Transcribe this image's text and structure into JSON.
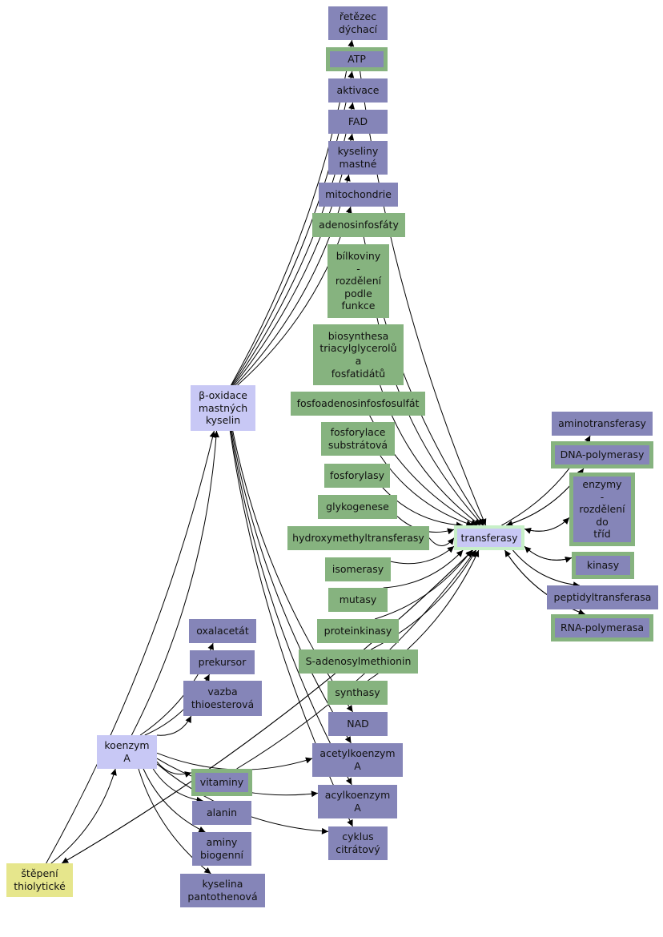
{
  "nodes": {
    "retezec": {
      "label": "řetězec\ndýchací",
      "kind": "purple"
    },
    "atp": {
      "label": "ATP",
      "kind": "purple",
      "framed": true
    },
    "aktivace": {
      "label": "aktivace",
      "kind": "purple"
    },
    "fad": {
      "label": "FAD",
      "kind": "purple"
    },
    "kyseliny": {
      "label": "kyseliny\nmastné",
      "kind": "purple"
    },
    "mitochondrie": {
      "label": "mitochondrie",
      "kind": "purple"
    },
    "adenosinfosfaty": {
      "label": "adenosinfosfáty",
      "kind": "green"
    },
    "bilkoviny": {
      "label": "bílkoviny\n-\nrozdělení\npodle\nfunkce",
      "kind": "green"
    },
    "biosynthesa": {
      "label": "biosynthesa\ntriacylglycerolů\na\nfosfatidátů",
      "kind": "green"
    },
    "fosfoadenosin": {
      "label": "fosfoadenosinfosfosulfát",
      "kind": "green"
    },
    "fosforylace": {
      "label": "fosforylace\nsubstrátová",
      "kind": "green"
    },
    "fosforylasy": {
      "label": "fosforylasy",
      "kind": "green"
    },
    "glykogenese": {
      "label": "glykogenese",
      "kind": "green"
    },
    "hydroxymethyl": {
      "label": "hydroxymethyltransferasy",
      "kind": "green"
    },
    "isomerasy": {
      "label": "isomerasy",
      "kind": "green"
    },
    "mutasy": {
      "label": "mutasy",
      "kind": "green"
    },
    "proteinkinasy": {
      "label": "proteinkinasy",
      "kind": "green"
    },
    "sadenosyl": {
      "label": "S-adenosylmethionin",
      "kind": "green"
    },
    "synthasy": {
      "label": "synthasy",
      "kind": "green"
    },
    "nad": {
      "label": "NAD",
      "kind": "purple"
    },
    "acetylkoenzym": {
      "label": "acetylkoenzym\nA",
      "kind": "purple"
    },
    "acylkoenzym": {
      "label": "acylkoenzym\nA",
      "kind": "purple"
    },
    "cyklus": {
      "label": "cyklus\ncitrátový",
      "kind": "purple"
    },
    "beta": {
      "label": "β-oxidace\nmastných\nkyselin",
      "kind": "light"
    },
    "transferasy": {
      "label": "transferasy",
      "kind": "light",
      "framed": true
    },
    "aminotransferasy": {
      "label": "aminotransferasy",
      "kind": "purple"
    },
    "dnapol": {
      "label": "DNA-polymerasy",
      "kind": "purple",
      "framed": true
    },
    "enzymy": {
      "label": "enzymy\n-\nrozdělení\ndo\ntříd",
      "kind": "purple",
      "framed": true
    },
    "kinasy": {
      "label": "kinasy",
      "kind": "purple",
      "framed": true
    },
    "peptidyl": {
      "label": "peptidyltransferasa",
      "kind": "purple"
    },
    "rnapol": {
      "label": "RNA-polymerasa",
      "kind": "purple",
      "framed": true
    },
    "oxalacetat": {
      "label": "oxalacetát",
      "kind": "purple"
    },
    "prekursor": {
      "label": "prekursor",
      "kind": "purple"
    },
    "vazba": {
      "label": "vazba\nthioesterová",
      "kind": "purple"
    },
    "koenzym": {
      "label": "koenzym\nA",
      "kind": "light"
    },
    "vitaminy": {
      "label": "vitaminy",
      "kind": "purple",
      "framed": true
    },
    "alanin": {
      "label": "alanin",
      "kind": "purple"
    },
    "aminy": {
      "label": "aminy\nbiogenní",
      "kind": "purple"
    },
    "kyselina": {
      "label": "kyselina\npantothenová",
      "kind": "purple"
    },
    "stepeni": {
      "label": "štěpení\nthiolytické",
      "kind": "yellow"
    }
  },
  "edges": [
    [
      "beta",
      "retezec"
    ],
    [
      "beta",
      "atp"
    ],
    [
      "beta",
      "aktivace"
    ],
    [
      "beta",
      "fad"
    ],
    [
      "beta",
      "kyseliny"
    ],
    [
      "beta",
      "mitochondrie"
    ],
    [
      "beta",
      "nad"
    ],
    [
      "beta",
      "acetylkoenzym"
    ],
    [
      "beta",
      "acylkoenzym"
    ],
    [
      "beta",
      "cyklus"
    ],
    [
      "atp",
      "transferasy"
    ],
    [
      "adenosinfosfaty",
      "transferasy"
    ],
    [
      "bilkoviny",
      "transferasy"
    ],
    [
      "biosynthesa",
      "transferasy"
    ],
    [
      "fosfoadenosin",
      "transferasy"
    ],
    [
      "fosforylace",
      "transferasy"
    ],
    [
      "fosforylasy",
      "transferasy"
    ],
    [
      "glykogenese",
      "transferasy"
    ],
    [
      "hydroxymethyl",
      "transferasy"
    ],
    [
      "isomerasy",
      "transferasy"
    ],
    [
      "mutasy",
      "transferasy"
    ],
    [
      "proteinkinasy",
      "transferasy"
    ],
    [
      "sadenosyl",
      "transferasy"
    ],
    [
      "synthasy",
      "transferasy"
    ],
    [
      "transferasy",
      "aminotransferasy"
    ],
    [
      "transferasy",
      "dnapol"
    ],
    [
      "dnapol",
      "transferasy"
    ],
    [
      "transferasy",
      "enzymy"
    ],
    [
      "enzymy",
      "transferasy"
    ],
    [
      "transferasy",
      "kinasy"
    ],
    [
      "kinasy",
      "transferasy"
    ],
    [
      "transferasy",
      "peptidyl"
    ],
    [
      "transferasy",
      "rnapol"
    ],
    [
      "rnapol",
      "transferasy"
    ],
    [
      "vitaminy",
      "transferasy"
    ],
    [
      "stepeni",
      "transferasy"
    ],
    [
      "transferasy",
      "stepeni"
    ],
    [
      "koenzym",
      "oxalacetat"
    ],
    [
      "koenzym",
      "prekursor"
    ],
    [
      "koenzym",
      "vazba"
    ],
    [
      "koenzym",
      "vitaminy"
    ],
    [
      "koenzym",
      "alanin"
    ],
    [
      "koenzym",
      "aminy"
    ],
    [
      "koenzym",
      "kyselina"
    ],
    [
      "koenzym",
      "acetylkoenzym"
    ],
    [
      "koenzym",
      "acylkoenzym"
    ],
    [
      "koenzym",
      "cyklus"
    ],
    [
      "koenzym",
      "beta"
    ],
    [
      "stepeni",
      "koenzym"
    ],
    [
      "stepeni",
      "beta"
    ]
  ],
  "colors": {
    "purple": "#8585b8",
    "green": "#86b37f",
    "light": "#c8c8f5",
    "yellow": "#e6e68c",
    "frame": "#86b37f",
    "edge": "#000000"
  }
}
